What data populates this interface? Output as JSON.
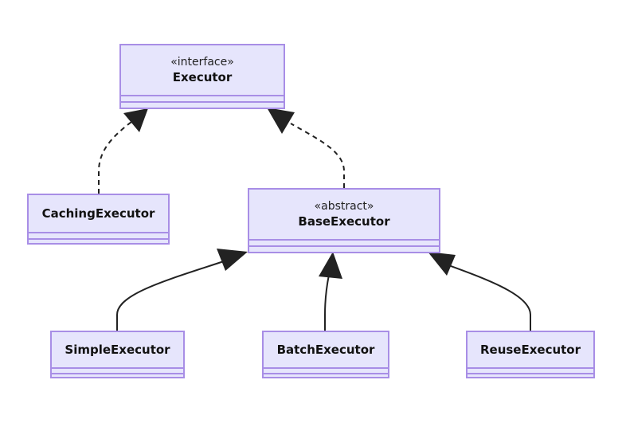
{
  "classes": {
    "executor": {
      "stereotype": "«interface»",
      "name": "Executor"
    },
    "caching": {
      "name": "CachingExecutor"
    },
    "base": {
      "stereotype": "«abstract»",
      "name": "BaseExecutor"
    },
    "simple": {
      "name": "SimpleExecutor"
    },
    "batch": {
      "name": "BatchExecutor"
    },
    "reuse": {
      "name": "ReuseExecutor"
    }
  },
  "relations": [
    {
      "from": "CachingExecutor",
      "to": "Executor",
      "kind": "realization"
    },
    {
      "from": "BaseExecutor",
      "to": "Executor",
      "kind": "realization"
    },
    {
      "from": "SimpleExecutor",
      "to": "BaseExecutor",
      "kind": "inheritance"
    },
    {
      "from": "BatchExecutor",
      "to": "BaseExecutor",
      "kind": "inheritance"
    },
    {
      "from": "ReuseExecutor",
      "to": "BaseExecutor",
      "kind": "inheritance"
    }
  ],
  "colors": {
    "fill": "#e6e5fc",
    "border": "#a88ee6",
    "edge": "#222222"
  }
}
